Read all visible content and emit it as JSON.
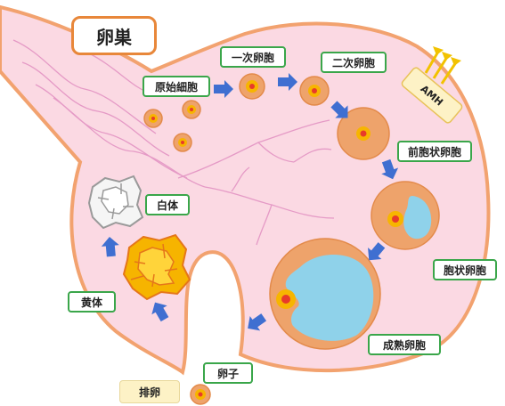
{
  "title": "卵巣",
  "stages": {
    "primordial": "原始細胞",
    "primary": "一次卵胞",
    "secondary": "二次卵胞",
    "preantral": "前胞状卵胞",
    "antral": "胞状卵胞",
    "mature": "成熟卵胞",
    "egg": "卵子",
    "corpus_luteum": "黄体",
    "corpus_albicans": "白体",
    "ovulation": "排卵"
  },
  "hormone": "AMH",
  "colors": {
    "ovary_fill": "#fbd9e3",
    "ovary_stroke": "#f2a26f",
    "label_border": "#3aa64a",
    "title_border": "#e8873a",
    "arrow": "#3f6fd1",
    "follicle": "#eea36b",
    "antrum": "#8fd2ea",
    "egg_outer": "#f7b500",
    "egg_nucleus": "#e83a2a",
    "vessel": "#e59ac6",
    "hormone_arrow": "#f2c200"
  }
}
